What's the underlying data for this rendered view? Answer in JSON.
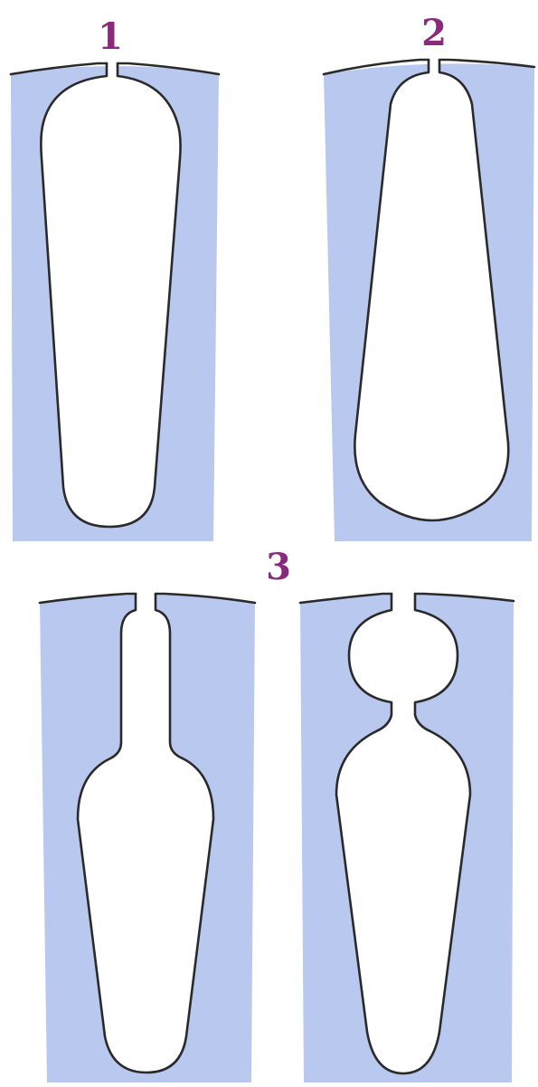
{
  "labels": {
    "panel_1": "1",
    "panel_2": "2",
    "panel_3": "3"
  },
  "colors": {
    "tissue": "#b9c8ef",
    "outline": "#2a2a2a",
    "label": "#8a2a7a",
    "cavity": "#ffffff"
  }
}
